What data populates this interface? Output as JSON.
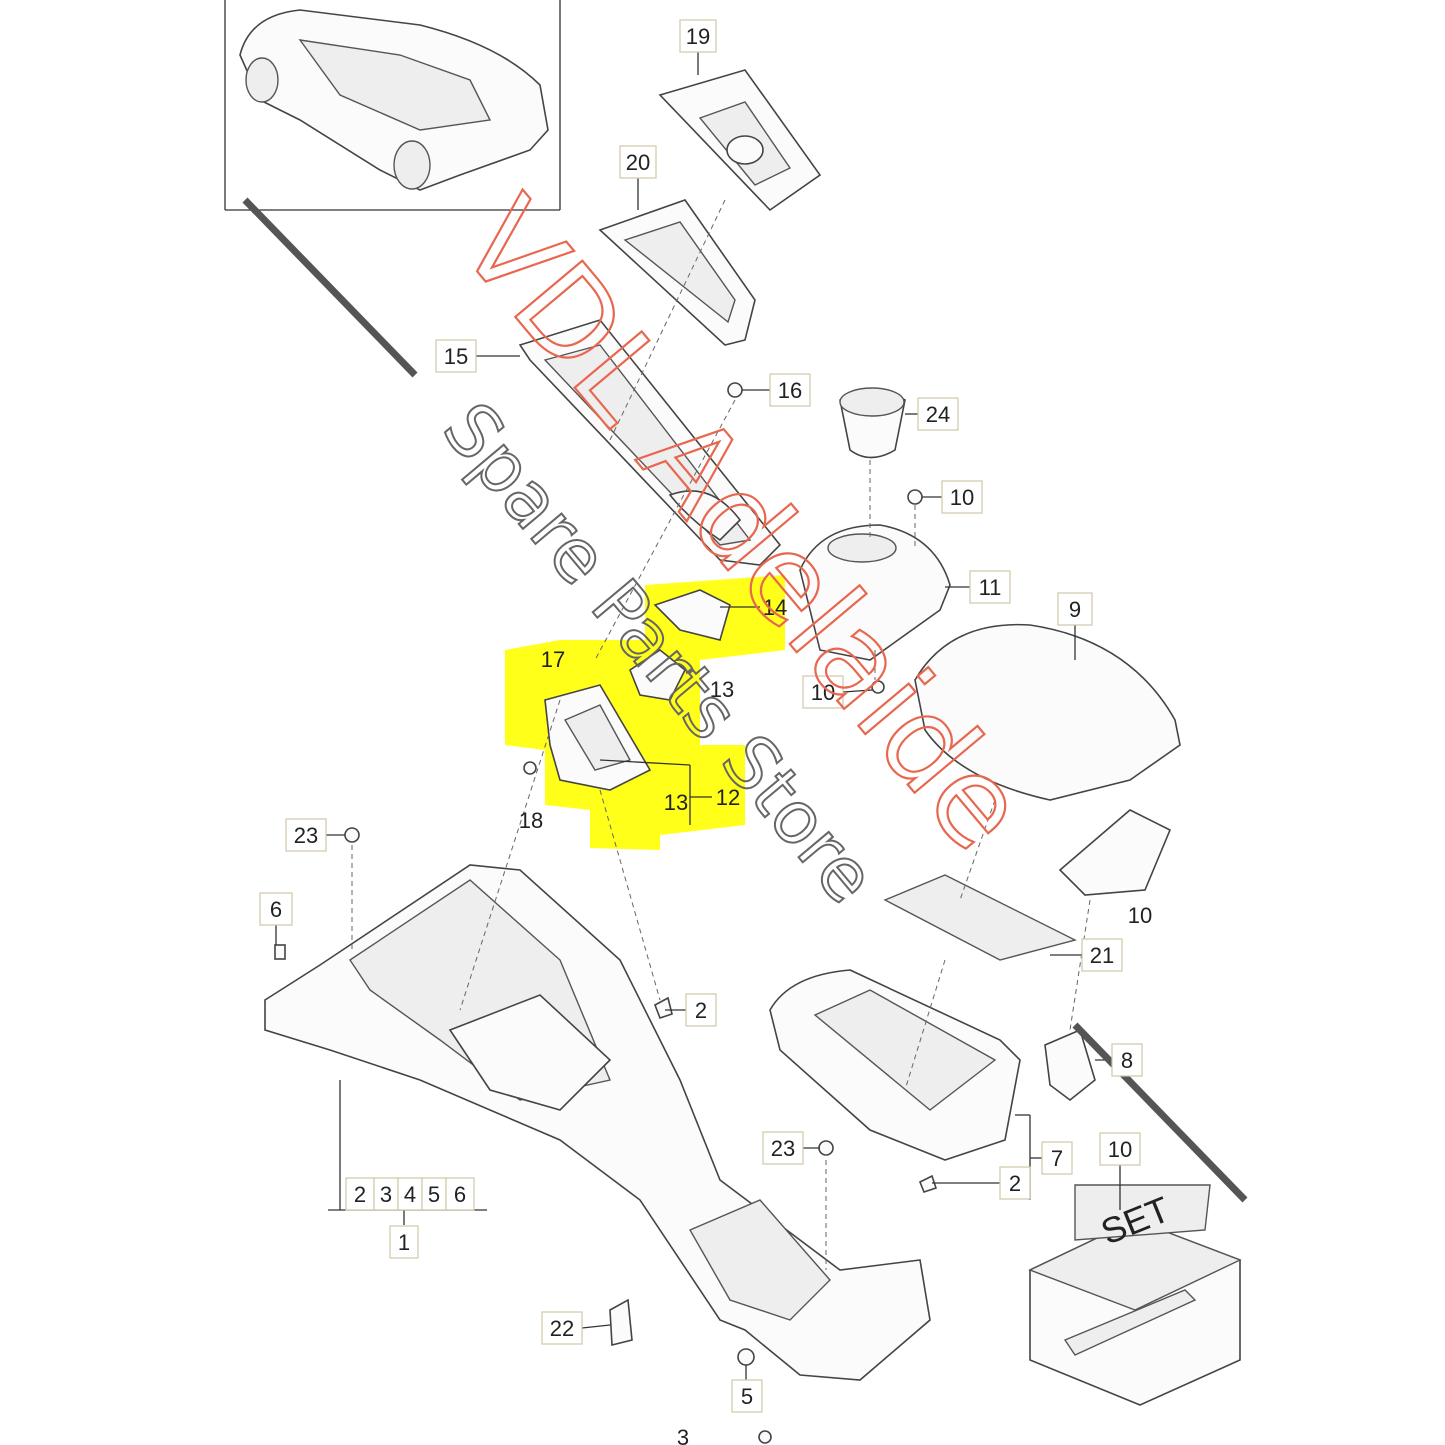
{
  "watermark": {
    "primary": "VDL Adelaide",
    "secondary": "Spare Parts Store",
    "primary_color": "#e8674f",
    "secondary_color": "#666666"
  },
  "highlight_color": "#ffff00",
  "callouts": {
    "c19": "19",
    "c20": "20",
    "c15": "15",
    "c16": "16",
    "c24": "24",
    "c10a": "10",
    "c11": "11",
    "c14": "14",
    "c9": "9",
    "c17": "17",
    "c13a": "13",
    "c10b": "10",
    "c12": "12",
    "c13b": "13",
    "c18": "18",
    "c23a": "23",
    "c6": "6",
    "c10c": "10",
    "c21": "21",
    "c2a": "2",
    "c8": "8",
    "c10d": "10",
    "c23b": "23",
    "c7": "7",
    "c2b": "2",
    "c22": "22",
    "c5": "5",
    "c3": "3",
    "g2": "2",
    "g3": "3",
    "g4": "4",
    "g5": "5",
    "g6": "6",
    "g1": "1"
  },
  "set_box": {
    "label": "SET"
  }
}
